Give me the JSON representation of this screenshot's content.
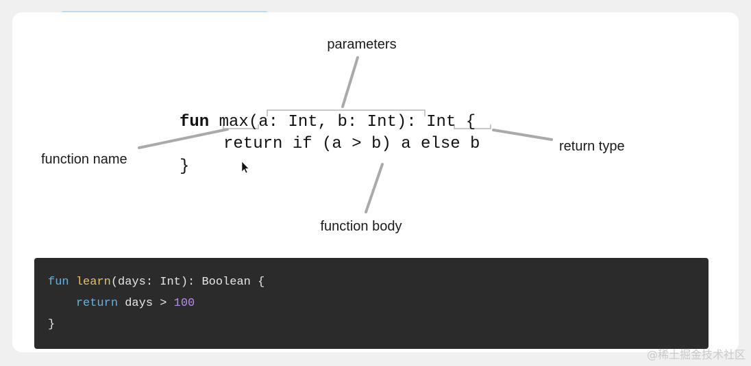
{
  "diagram": {
    "code": {
      "line1_kw": "fun",
      "line1_name": "max",
      "line1_open": "(",
      "line1_params": "a: Int, b: Int",
      "line1_close": "): ",
      "line1_ret": "Int",
      "line1_brace": " {",
      "line2": "return if (a > b) a else b",
      "line3": "}"
    },
    "labels": {
      "parameters": "parameters",
      "function_name": "function name",
      "return_type": "return type",
      "function_body": "function body"
    }
  },
  "code_block": {
    "line1": {
      "kw": "fun",
      "sp": " ",
      "fn": "learn",
      "rest": "(days: Int): Boolean {"
    },
    "line2": {
      "indent": "    ",
      "kw": "return",
      "rest": " days > ",
      "num": "100"
    },
    "line3": {
      "text": "}"
    }
  },
  "watermark": "@稀土掘金技术社区",
  "colors": {
    "code_bg": "#2b2b2b",
    "keyword": "#6ab0de",
    "function": "#e0c36a",
    "number": "#b48ee8",
    "callout_line": "#aaaaaa"
  }
}
